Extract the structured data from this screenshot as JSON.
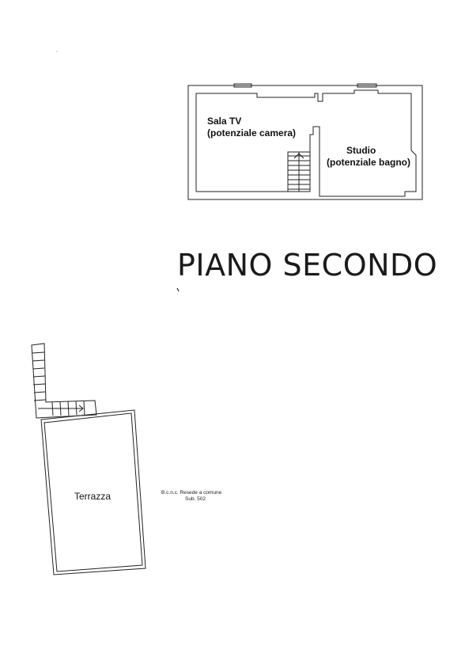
{
  "title": "PIANO SECONDO",
  "rooms": {
    "sala_tv": {
      "name": "Sala TV",
      "note": "(potenziale camera)"
    },
    "studio": {
      "name": "Studio",
      "note": "(potenziale bagno)"
    },
    "terrazza": {
      "name": "Terrazza"
    }
  },
  "annotation": {
    "line1": "B.c.n.c. Resede a comune",
    "line2": "Sub. 502"
  }
}
